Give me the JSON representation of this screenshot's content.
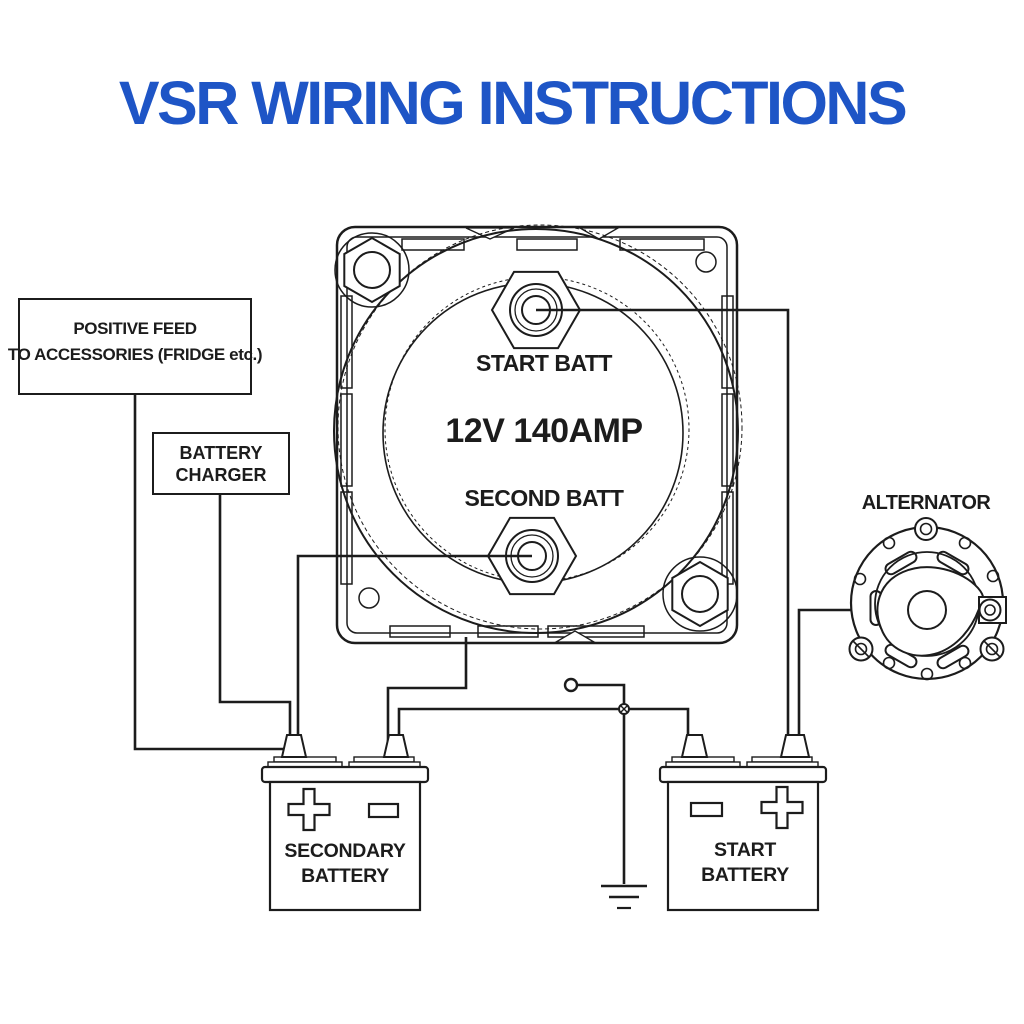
{
  "title": {
    "text": "VSR WIRING INSTRUCTIONS"
  },
  "colors": {
    "title_blue": "#1e55c6",
    "line": "#1c1c1c",
    "background": "#ffffff"
  },
  "vsr": {
    "top_terminal_label": "START BATT",
    "rating_label": "12V 140AMP",
    "bottom_terminal_label": "SECOND BATT"
  },
  "boxes": {
    "positive_feed": {
      "line1": "POSITIVE FEED",
      "line2": "TO ACCESSORIES (FRIDGE etc.)"
    },
    "battery_charger": {
      "line1": "BATTERY",
      "line2": "CHARGER"
    }
  },
  "alternator": {
    "label": "ALTERNATOR"
  },
  "batteries": {
    "secondary": {
      "line1": "SECONDARY",
      "line2": "BATTERY"
    },
    "start": {
      "line1": "START",
      "line2": "BATTERY"
    }
  }
}
